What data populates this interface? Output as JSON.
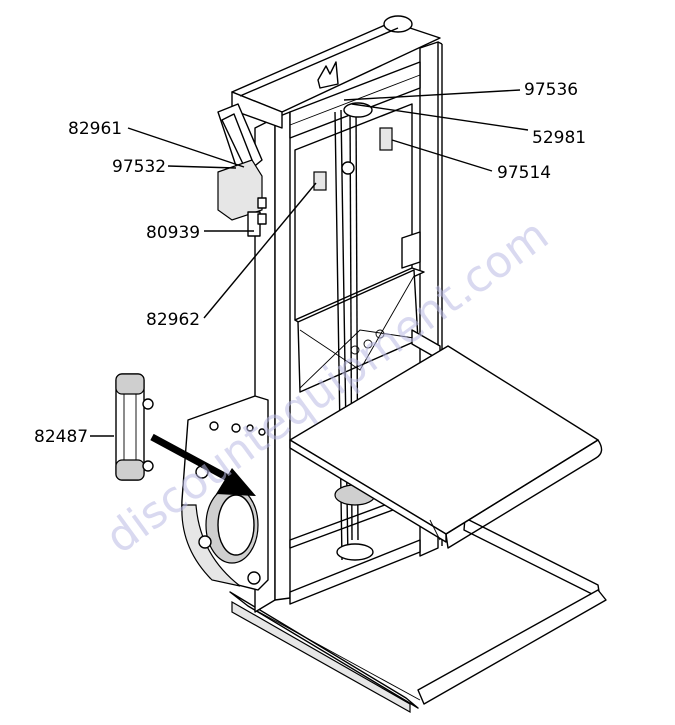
{
  "part_labels": {
    "p82961": "82961",
    "p97532": "97532",
    "p80939": "80939",
    "p82962": "82962",
    "p82487": "82487",
    "p97536": "97536",
    "p52981": "52981",
    "p97514": "97514"
  },
  "watermark": "discountequipment.com",
  "colors": {
    "line": "#000000",
    "watermark": "#b9b9e3",
    "arrow": "#000000"
  }
}
